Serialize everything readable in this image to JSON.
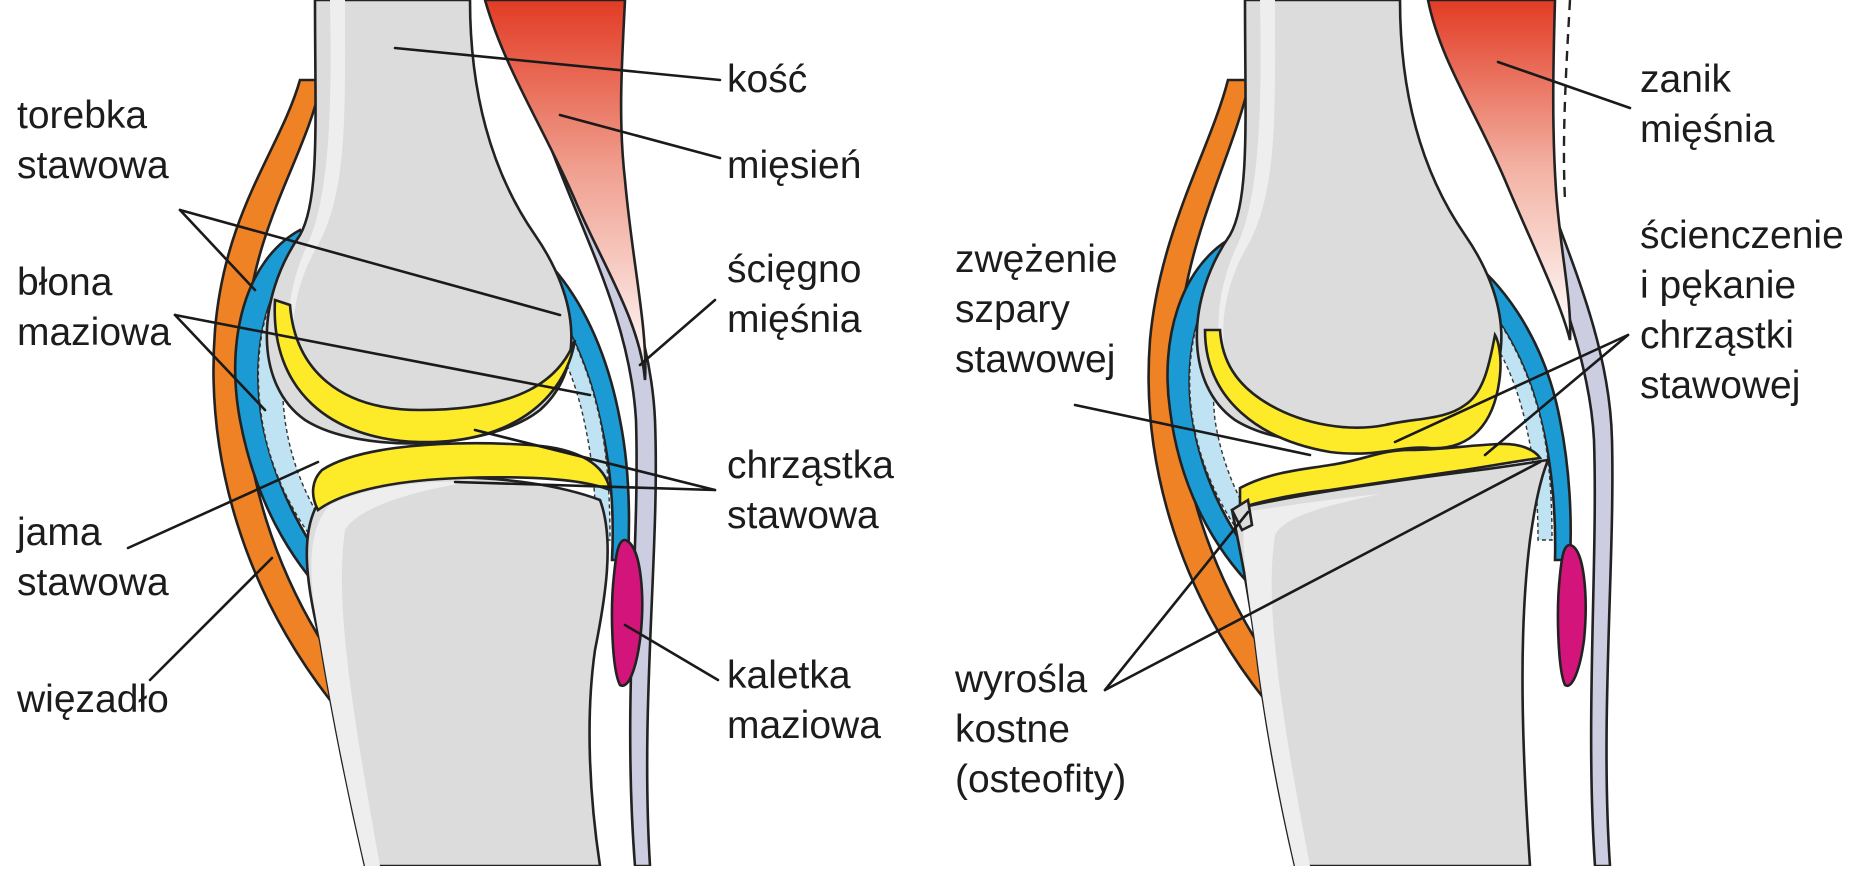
{
  "colors": {
    "bone": "#dcdcdc",
    "bone_edge": "#eeeeee",
    "muscle_top": "#e23b24",
    "muscle_bottom": "#ffffff",
    "tendon": "#cdcde2",
    "capsule": "#1b9ad4",
    "synovial": "#bfe3f2",
    "cartilage": "#fdeb2a",
    "ligament": "#ee8224",
    "bursa": "#d3147a",
    "line": "#1a1a1a"
  },
  "healthy_joint": {
    "labels": {
      "bone": "kość",
      "muscle": "mięsień",
      "capsule_line1": "torebka",
      "capsule_line2": "stawowa",
      "tendon_line1": "ścięgno",
      "tendon_line2": "mięśnia",
      "synovium_line1": "błona",
      "synovium_line2": "maziowa",
      "cartilage_line1": "chrząstka",
      "cartilage_line2": "stawowa",
      "cavity_line1": "jama",
      "cavity_line2": "stawowa",
      "ligament": "więzadło",
      "bursa_line1": "kaletka",
      "bursa_line2": "maziowa"
    }
  },
  "arthritic_joint": {
    "labels": {
      "atrophy_line1": "zanik",
      "atrophy_line2": "mięśnia",
      "narrowing_line1": "zwężenie",
      "narrowing_line2": "szpary",
      "narrowing_line3": "stawowej",
      "thinning_line1": "ścienczenie",
      "thinning_line2": "i pękanie",
      "thinning_line3": "chrząstki",
      "thinning_line4": "stawowej",
      "osteophytes_line1": "wyrośla",
      "osteophytes_line2": "kostne",
      "osteophytes_line3": "(osteofity)"
    }
  }
}
